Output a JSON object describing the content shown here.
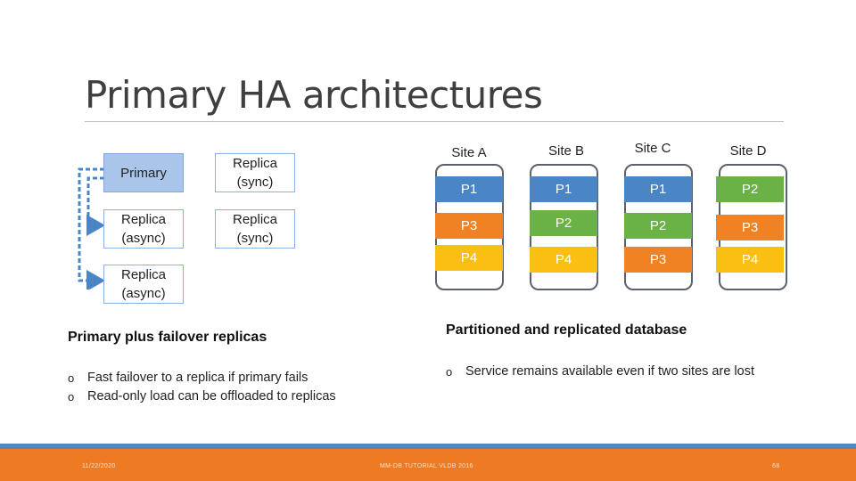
{
  "slide": {
    "title": "Primary HA architectures",
    "footer": {
      "date": "11/22/2020",
      "center": "MM-DB TUTORIAL VLDB 2016",
      "page": "68"
    }
  },
  "left_diagram": {
    "nodes": {
      "primary": "Primary",
      "replica_sync_1": "Replica\n(sync)",
      "replica_async_1": "Replica\n(async)",
      "replica_sync_2": "Replica\n(sync)",
      "replica_async_2": "Replica\n(async)"
    },
    "caption": "Primary plus failover replicas",
    "bullets": [
      "Fast failover to a replica if primary fails",
      "Read-only load can be offloaded to replicas"
    ]
  },
  "right_diagram": {
    "sites": [
      {
        "label": "Site A",
        "partitions": [
          "P1",
          "P3",
          "P4"
        ]
      },
      {
        "label": "Site B",
        "partitions": [
          "P1",
          "P2",
          "P4"
        ]
      },
      {
        "label": "Site C",
        "partitions": [
          "P1",
          "P2",
          "P3"
        ]
      },
      {
        "label": "Site D",
        "partitions": [
          "P2",
          "P3",
          "P4"
        ]
      }
    ],
    "partition_colors": {
      "P1": "#4a86c5",
      "P2": "#6ab246",
      "P3": "#f08224",
      "P4": "#fbbf13"
    },
    "caption": "Partitioned and replicated database",
    "bullets": [
      "Service remains available even if two sites are lost"
    ]
  },
  "bullet_marker": "o"
}
